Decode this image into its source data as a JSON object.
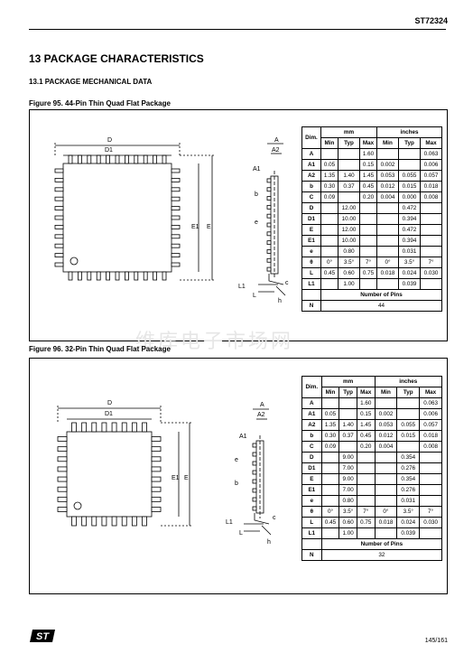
{
  "header": {
    "doc": "ST72324"
  },
  "section": {
    "title": "13 PACKAGE CHARACTERISTICS",
    "subtitle": "13.1 PACKAGE MECHANICAL DATA"
  },
  "fig95": {
    "caption": "Figure 95. 44-Pin Thin Quad Flat Package",
    "labels": {
      "D": "D",
      "D1": "D1",
      "E1": "E1",
      "E": "E",
      "A": "A",
      "A2": "A2",
      "A1": "A1",
      "b": "b",
      "e": "e",
      "c": "c",
      "L1": "L1",
      "L": "L",
      "h": "h"
    },
    "table": {
      "dim": "Dim.",
      "mm": "mm",
      "inches": "inches",
      "cols": [
        "Min",
        "Typ",
        "Max",
        "Min",
        "Typ",
        "Max"
      ],
      "rows": [
        [
          "A",
          "",
          "",
          "1.60",
          "",
          "",
          "0.063"
        ],
        [
          "A1",
          "0.05",
          "",
          "0.15",
          "0.002",
          "",
          "0.006"
        ],
        [
          "A2",
          "1.35",
          "1.40",
          "1.45",
          "0.053",
          "0.055",
          "0.057"
        ],
        [
          "b",
          "0.30",
          "0.37",
          "0.45",
          "0.012",
          "0.015",
          "0.018"
        ],
        [
          "C",
          "0.09",
          "",
          "0.20",
          "0.004",
          "0.000",
          "0.008"
        ],
        [
          "D",
          "",
          "12.00",
          "",
          "",
          "0.472",
          ""
        ],
        [
          "D1",
          "",
          "10.00",
          "",
          "",
          "0.394",
          ""
        ],
        [
          "E",
          "",
          "12.00",
          "",
          "",
          "0.472",
          ""
        ],
        [
          "E1",
          "",
          "10.00",
          "",
          "",
          "0.394",
          ""
        ],
        [
          "e",
          "",
          "0.80",
          "",
          "",
          "0.031",
          ""
        ],
        [
          "θ",
          "0°",
          "3.5°",
          "7°",
          "0°",
          "3.5°",
          "7°"
        ],
        [
          "L",
          "0.45",
          "0.60",
          "0.75",
          "0.018",
          "0.024",
          "0.030"
        ],
        [
          "L1",
          "",
          "1.00",
          "",
          "",
          "0.039",
          ""
        ]
      ],
      "pins_label": "Number of Pins",
      "n_label": "N",
      "n_value": "44"
    }
  },
  "fig96": {
    "caption": "Figure 96. 32-Pin Thin Quad Flat Package",
    "labels": {
      "D": "D",
      "D1": "D1",
      "E1": "E1",
      "E": "E",
      "A": "A",
      "A2": "A2",
      "A1": "A1",
      "b": "b",
      "e": "e",
      "c": "c",
      "L1": "L1",
      "L": "L",
      "h": "h"
    },
    "table": {
      "dim": "Dim.",
      "mm": "mm",
      "inches": "inches",
      "cols": [
        "Min",
        "Typ",
        "Max",
        "Min",
        "Typ",
        "Max"
      ],
      "rows": [
        [
          "A",
          "",
          "",
          "1.60",
          "",
          "",
          "0.063"
        ],
        [
          "A1",
          "0.05",
          "",
          "0.15",
          "0.002",
          "",
          "0.006"
        ],
        [
          "A2",
          "1.35",
          "1.40",
          "1.45",
          "0.053",
          "0.055",
          "0.057"
        ],
        [
          "b",
          "0.30",
          "0.37",
          "0.45",
          "0.012",
          "0.015",
          "0.018"
        ],
        [
          "C",
          "0.09",
          "",
          "0.20",
          "0.004",
          "",
          "0.008"
        ],
        [
          "D",
          "",
          "9.00",
          "",
          "",
          "0.354",
          ""
        ],
        [
          "D1",
          "",
          "7.00",
          "",
          "",
          "0.276",
          ""
        ],
        [
          "E",
          "",
          "9.00",
          "",
          "",
          "0.354",
          ""
        ],
        [
          "E1",
          "",
          "7.00",
          "",
          "",
          "0.276",
          ""
        ],
        [
          "e",
          "",
          "0.80",
          "",
          "",
          "0.031",
          ""
        ],
        [
          "θ",
          "0°",
          "3.5°",
          "7°",
          "0°",
          "3.5°",
          "7°"
        ],
        [
          "L",
          "0.45",
          "0.60",
          "0.75",
          "0.018",
          "0.024",
          "0.030"
        ],
        [
          "L1",
          "",
          "1.00",
          "",
          "",
          "0.039",
          ""
        ]
      ],
      "pins_label": "Number of Pins",
      "n_label": "N",
      "n_value": "32"
    }
  },
  "watermark": "维库电子市场网",
  "footer": {
    "page": "145/161",
    "logo": "ST"
  }
}
